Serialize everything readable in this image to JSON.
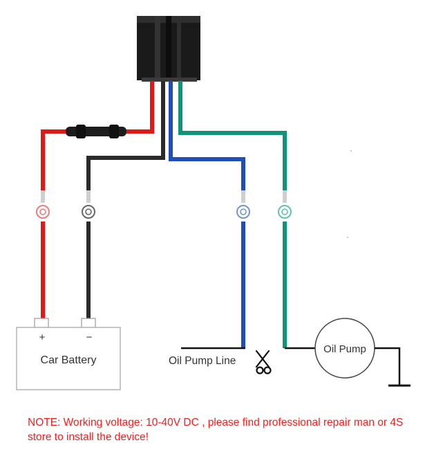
{
  "battery": {
    "label": "Car Battery",
    "plus": "+",
    "minus": "−"
  },
  "pump_line": {
    "label": "Oil Pump Line"
  },
  "pump": {
    "label": "Oil Pump"
  },
  "note": "NOTE: Working voltage: 10-40V DC , please find professional repair man or 4S store to install the device!",
  "icons": {
    "cut": "scissors-icon",
    "ground": "ground-symbol"
  },
  "colors": {
    "red_wire": "#e01818",
    "black_wire": "#2b2b2b",
    "blue_wire": "#1f4fb5",
    "green_wire": "#11937a",
    "note_text": "#ff1a1a"
  }
}
